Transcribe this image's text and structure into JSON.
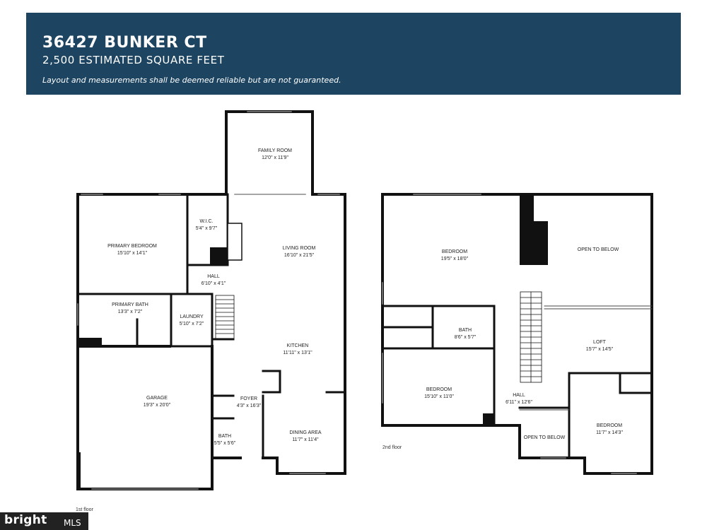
{
  "header": {
    "address": "36427 BUNKER CT",
    "square_feet": "2,500 ESTIMATED SQUARE FEET",
    "disclaimer": "Layout and measurements shall be deemed reliable but are not guaranteed."
  },
  "first_floor": {
    "label": "1st floor",
    "rooms": {
      "family_room": {
        "name": "FAMILY ROOM",
        "dims": "12'0\" x 11'9\""
      },
      "primary_bedroom": {
        "name": "PRIMARY BEDROOM",
        "dims": "15'10\" x 14'1\""
      },
      "wic": {
        "name": "W.I.C.",
        "dims": "5'4\" x 9'7\""
      },
      "living_room": {
        "name": "LIVING ROOM",
        "dims": "16'10\" x 21'5\""
      },
      "hall": {
        "name": "HALL",
        "dims": "6'10\" x 4'1\""
      },
      "primary_bath": {
        "name": "PRIMARY BATH",
        "dims": "13'3\" x 7'2\""
      },
      "laundry": {
        "name": "LAUNDRY",
        "dims": "5'10\" x 7'2\""
      },
      "kitchen": {
        "name": "KITCHEN",
        "dims": "11'11\" x 13'1\""
      },
      "garage": {
        "name": "GARAGE",
        "dims": "19'3\" x 20'0\""
      },
      "foyer": {
        "name": "FOYER",
        "dims": "4'3\" x 16'3\""
      },
      "bath": {
        "name": "BATH",
        "dims": "5'5\" x 5'6\""
      },
      "dining_area": {
        "name": "DINING AREA",
        "dims": "11'7\" x 11'4\""
      }
    }
  },
  "second_floor": {
    "label": "2nd floor",
    "rooms": {
      "bedroom_main": {
        "name": "BEDROOM",
        "dims": "19'5\" x 18'0\""
      },
      "open_to_below_top": {
        "name": "OPEN TO BELOW"
      },
      "bath": {
        "name": "BATH",
        "dims": "8'6\" x 5'7\""
      },
      "loft": {
        "name": "LOFT",
        "dims": "15'7\" x 14'5\""
      },
      "bedroom_left": {
        "name": "BEDROOM",
        "dims": "15'10\" x 11'0\""
      },
      "hall": {
        "name": "HALL",
        "dims": "6'11\" x 12'6\""
      },
      "open_to_below_bottom": {
        "name": "OPEN TO BELOW"
      },
      "bedroom_right": {
        "name": "BEDROOM",
        "dims": "11'7\" x 14'3\""
      }
    }
  },
  "logo": {
    "bright": "bright",
    "mls": "MLS"
  },
  "colors": {
    "header_bg": "#1d4562",
    "wall": "#111111"
  }
}
